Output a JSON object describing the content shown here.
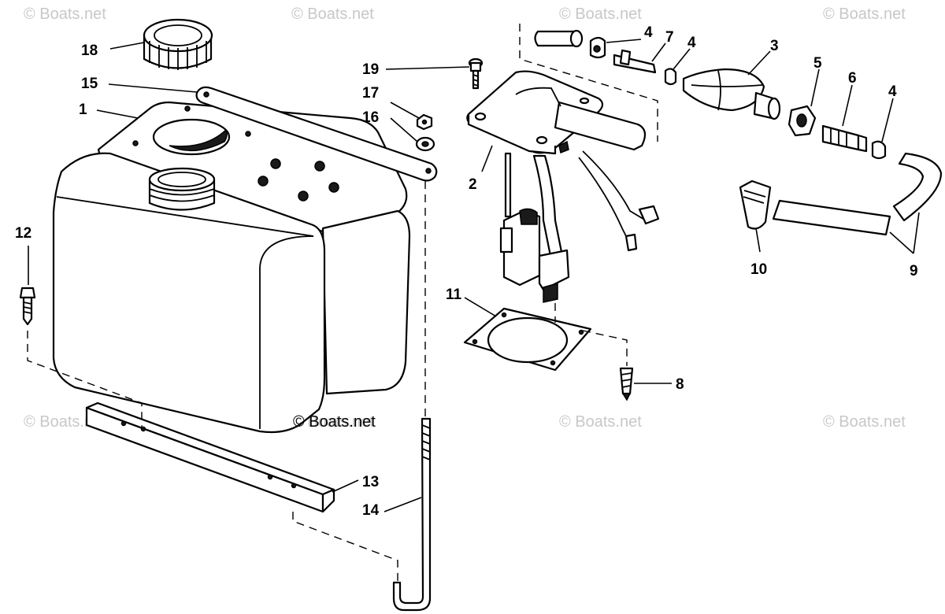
{
  "watermarks": {
    "top_1": "© Boats.net",
    "top_2": "© Boats.net",
    "top_3": "© Boats.net",
    "top_4": "© Boats.net",
    "mid_1": "© Boats.net",
    "mid_2": "© Boats.net",
    "mid_3": "© Boats.net",
    "mid_4": "© Boats.net",
    "center": "© Boats.net"
  },
  "callouts": {
    "c1": "1",
    "c2": "2",
    "c3": "3",
    "c4a": "4",
    "c4b": "4",
    "c4c": "4",
    "c5": "5",
    "c6": "6",
    "c7": "7",
    "c8": "8",
    "c9": "9",
    "c10": "10",
    "c11": "11",
    "c12": "12",
    "c13": "13",
    "c14": "14",
    "c15": "15",
    "c16": "16",
    "c17": "17",
    "c18": "18",
    "c19": "19"
  }
}
